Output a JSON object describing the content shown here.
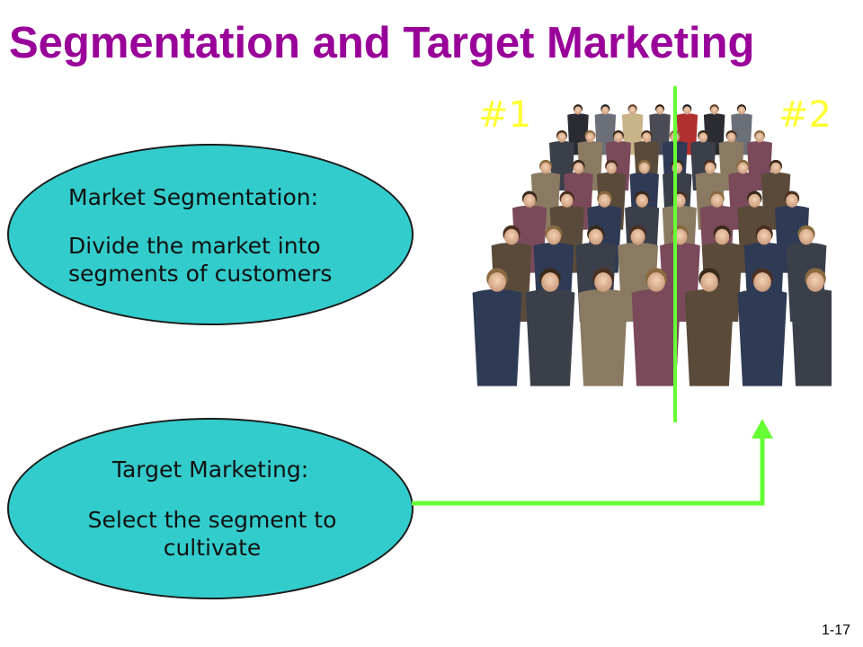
{
  "slide": {
    "title": "Segmentation and Target Marketing",
    "page_number": "1-17"
  },
  "segmentation": {
    "heading": "Market Segmentation:",
    "body": "Divide the market into segments of customers"
  },
  "targeting": {
    "heading": "Target Marketing:",
    "body": "Select the segment to cultivate"
  },
  "segments": {
    "label_1": "#1",
    "label_2": "#2"
  },
  "colors": {
    "title": "#990099",
    "ellipse_fill": "#33cccc",
    "segment_label": "#ffff33",
    "arrow": "#66ff33",
    "divider": "#66ff33"
  },
  "image": {
    "subject": "crowd-of-business-people"
  }
}
